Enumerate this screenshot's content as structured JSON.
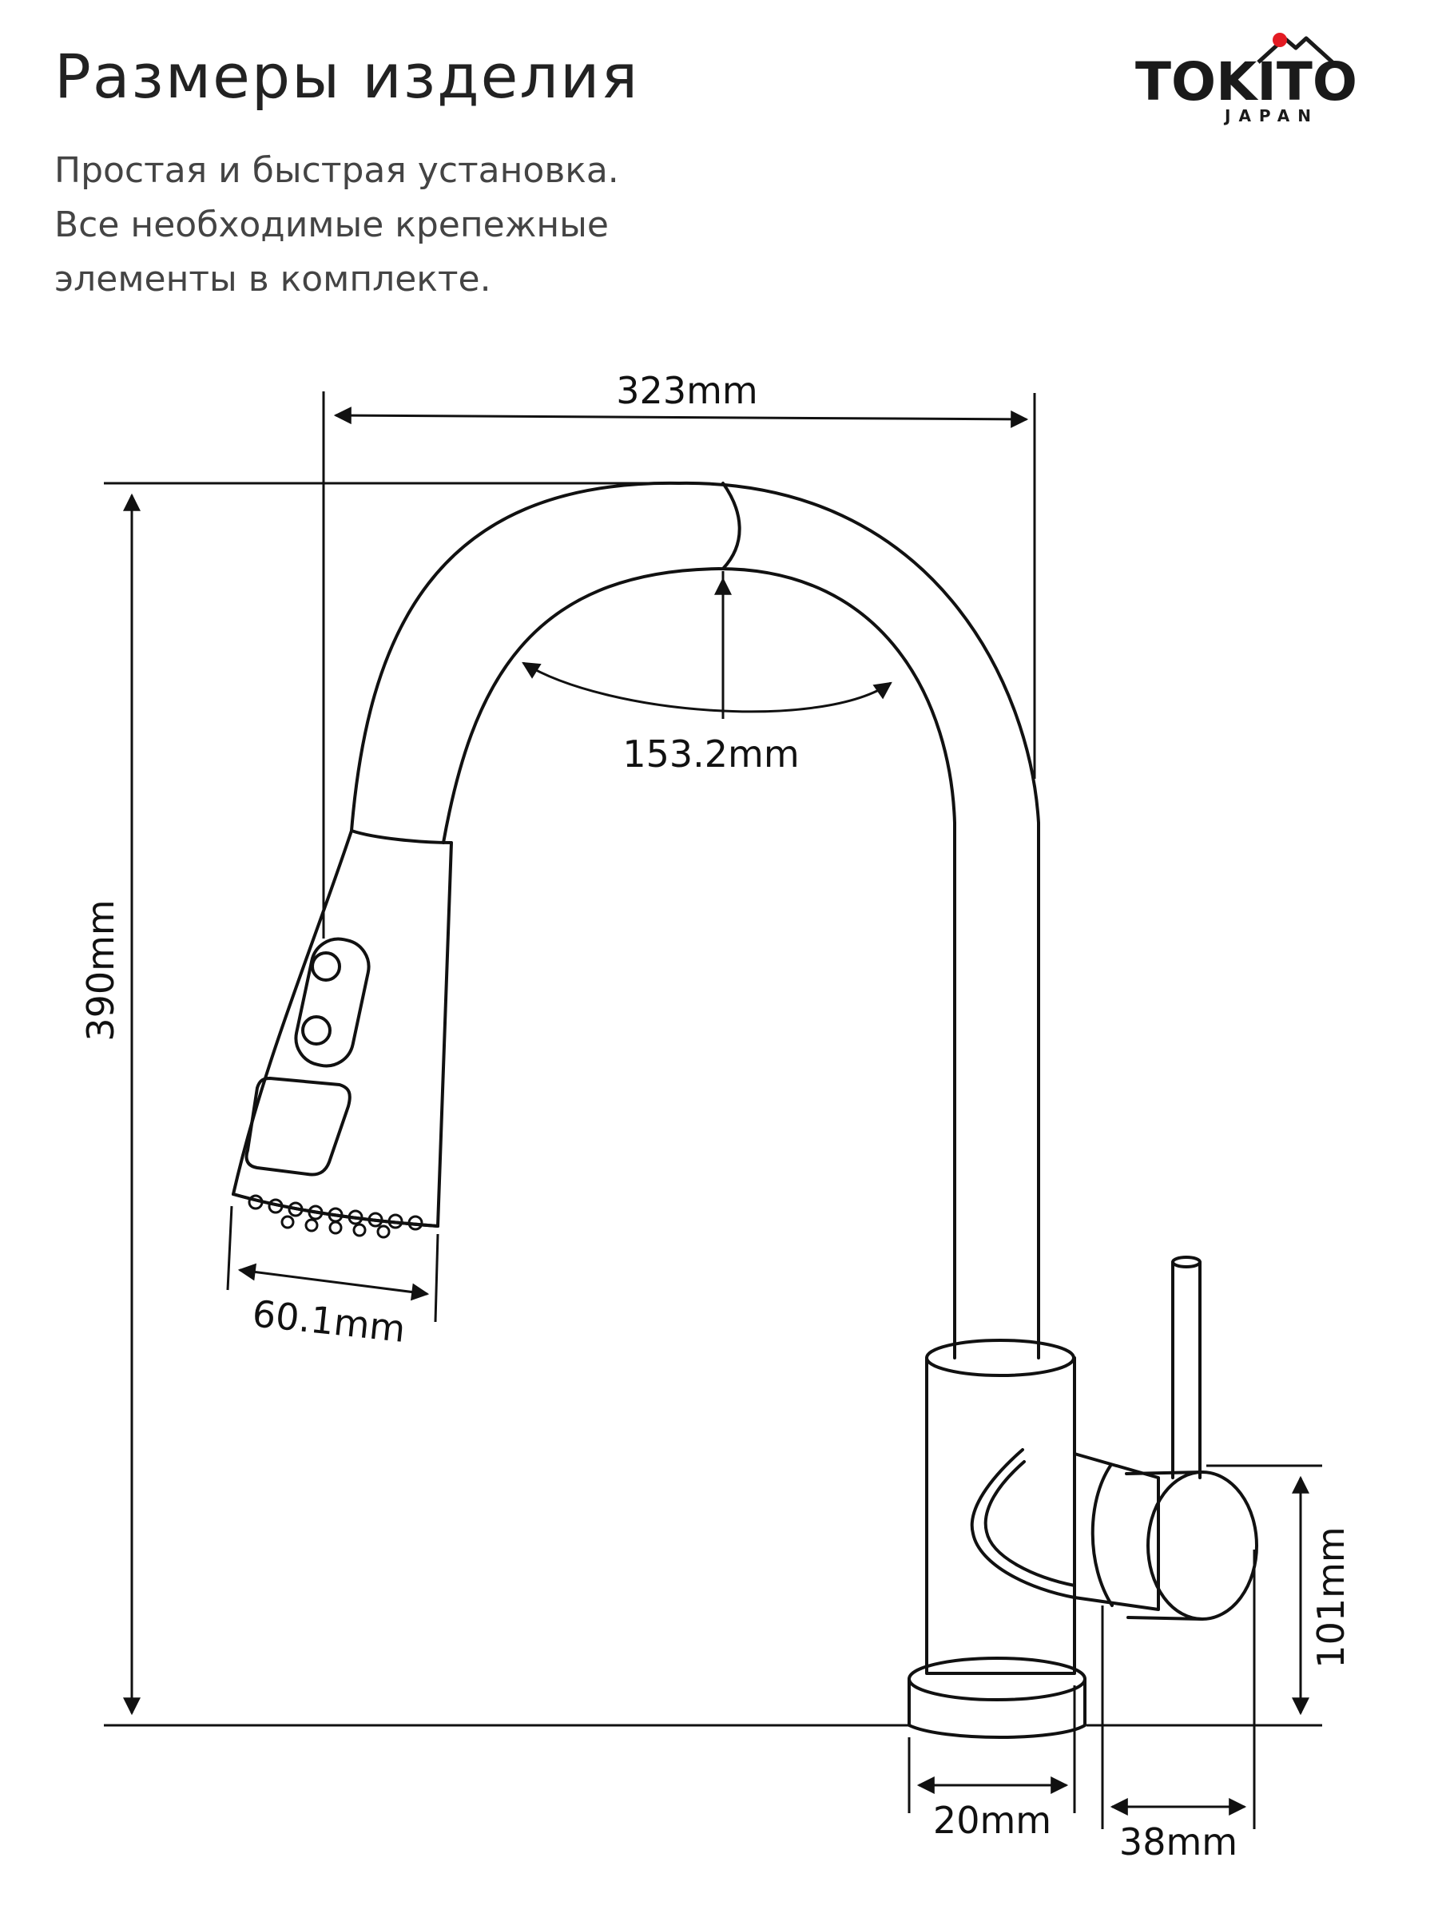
{
  "header": {
    "title": "Размеры изделия",
    "subtitle_lines": [
      "Простая и быстрая установка.",
      "Все необходимые крепежные",
      "элементы в комплекте."
    ]
  },
  "logo": {
    "brand": "TOKITO",
    "sub": "JAPAN",
    "accent_color": "#e31b23",
    "icon": "mountain-sun-icon"
  },
  "dimensions": {
    "width": "323mm",
    "height": "390mm",
    "arc": "153.2mm",
    "head": "60.1mm",
    "base": "20mm",
    "handle_width": "38mm",
    "handle_height": "101mm"
  },
  "colors": {
    "line": "#111111",
    "text": "#222222"
  }
}
